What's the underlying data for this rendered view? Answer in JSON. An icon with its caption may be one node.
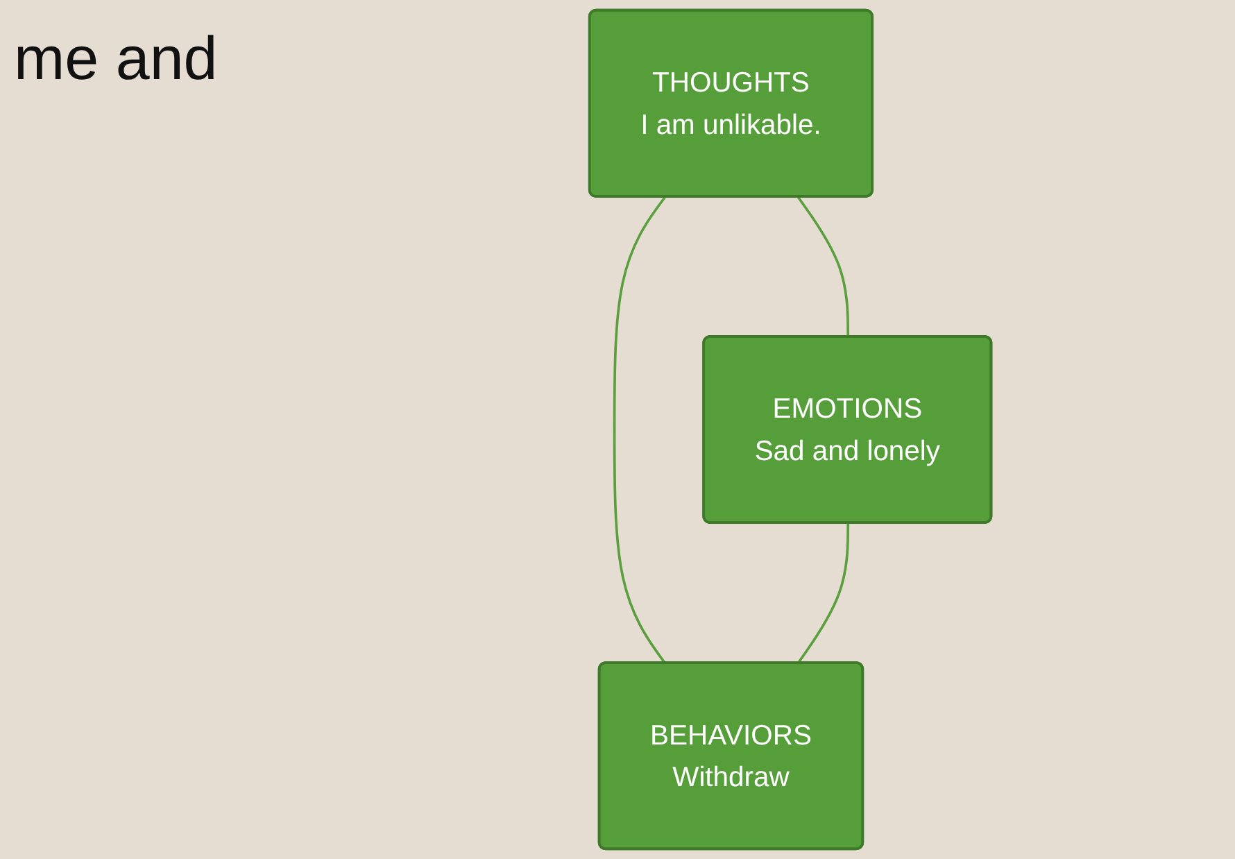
{
  "diagram": {
    "nodes": [
      {
        "text": [
          "THOUGHTS",
          "I am unlikable."
        ]
      },
      {
        "text": [
          "EMOTIONS",
          "Sad and lonely"
        ]
      },
      {
        "text": [
          "BEHAVIORS",
          "Withdraw"
        ]
      }
    ],
    "edges": [
      {
        "from": 0,
        "to": 1,
        "arrow": "none"
      },
      {
        "from": 0,
        "to": 2,
        "arrow": "none"
      },
      {
        "from": 1,
        "to": 2,
        "arrow": "none"
      }
    ],
    "labels": [
      "me and"
    ]
  }
}
